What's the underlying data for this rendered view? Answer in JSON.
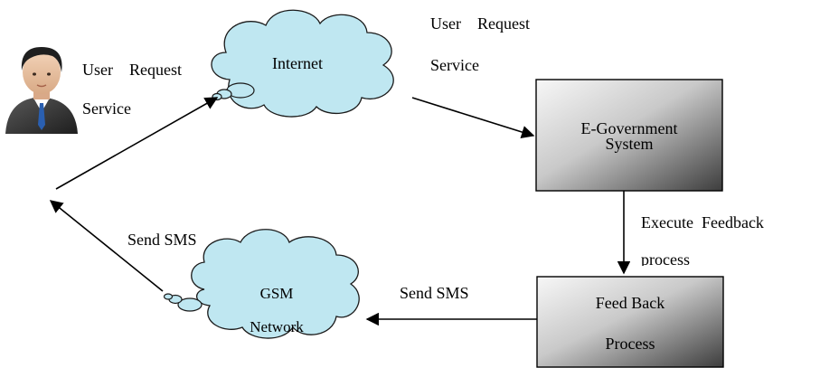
{
  "colors": {
    "cloud_fill": "#bfe7f1",
    "cloud_stroke": "#1a1a1a",
    "box_light": "#f4f4f4",
    "box_dark": "#4a4a4a",
    "arrow": "#000000"
  },
  "icons": {
    "user": "businessman-icon"
  },
  "nodes": {
    "internet": {
      "label": "Internet"
    },
    "egov": {
      "line1": "E-Government",
      "line2": "System"
    },
    "feedback": {
      "line1": "Feed Back",
      "line2": "Process"
    },
    "gsm": {
      "line1": "GSM",
      "line2": "Network"
    }
  },
  "labels": {
    "user_request_left_1": "User    Request",
    "user_request_left_2": "Service",
    "user_request_top_1": "User    Request",
    "user_request_top_2": "Service",
    "execute_1": "Execute  Feedback",
    "execute_2": "process",
    "send_sms_left": "Send SMS",
    "send_sms_bottom": "Send SMS"
  }
}
